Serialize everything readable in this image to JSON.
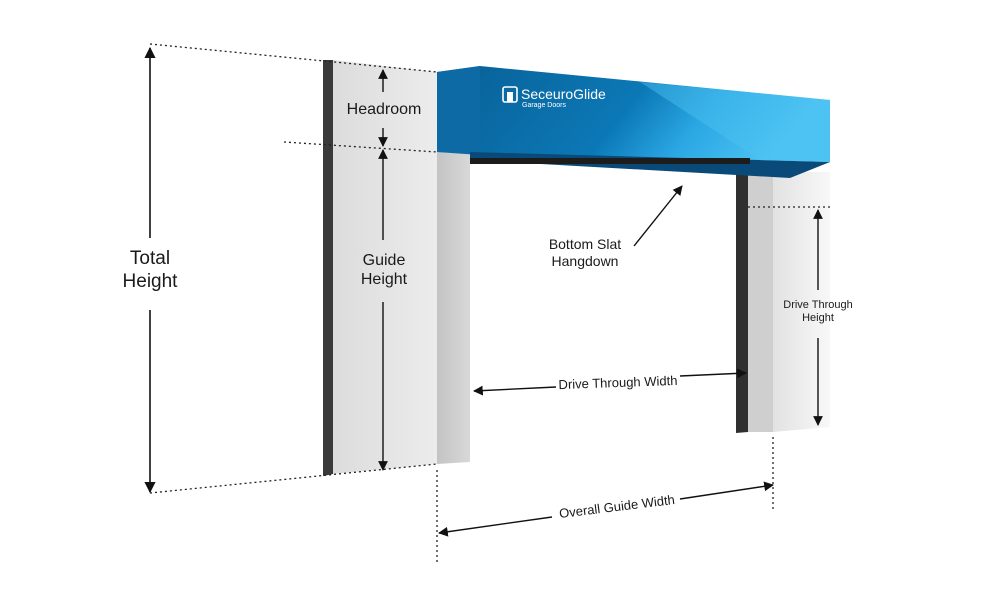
{
  "colors": {
    "header_dark": "#0b6ea8",
    "header_light": "#36b4ec",
    "pillar": "#e6e6e6",
    "pillar_shade": "#bdbdbd",
    "pillar_edge": "#2f2f2f"
  },
  "brand": {
    "name": "SeceuroGlide",
    "tagline": "Garage Doors",
    "icon": "door-logo-icon"
  },
  "labels": {
    "total_height_1": "Total",
    "total_height_2": "Height",
    "headroom": "Headroom",
    "guide_height_1": "Guide",
    "guide_height_2": "Height",
    "bottom_slat_1": "Bottom Slat",
    "bottom_slat_2": "Hangdown",
    "drive_through_width": "Drive Through Width",
    "drive_through_height_1": "Drive Through",
    "drive_through_height_2": "Height",
    "overall_guide_width": "Overall Guide Width"
  }
}
